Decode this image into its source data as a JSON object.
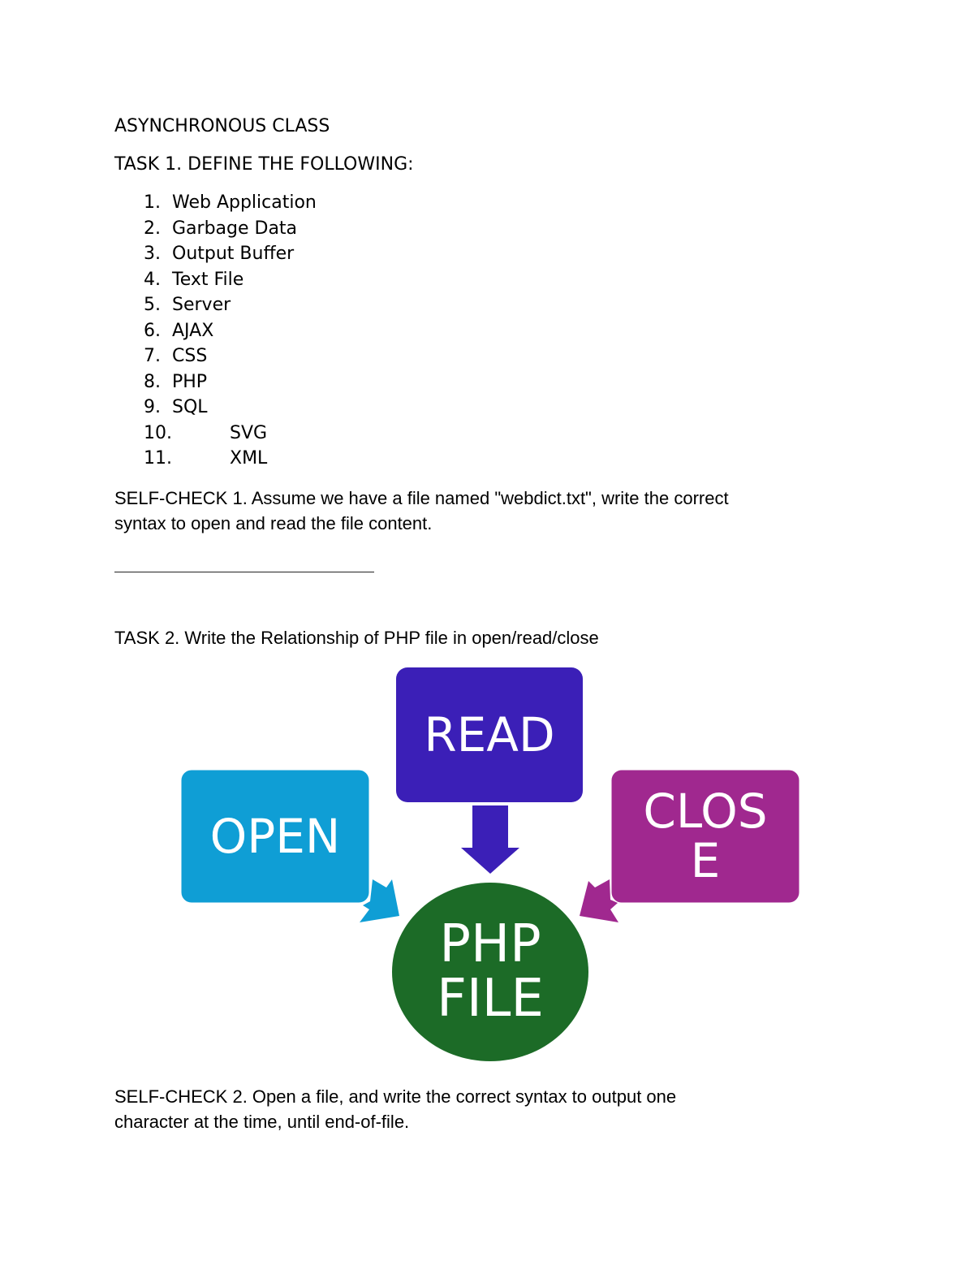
{
  "document": {
    "title": "ASYNCHRONOUS CLASS",
    "task1": {
      "heading": "TASK 1. DEFINE THE FOLLOWING:",
      "items": [
        {
          "num": "1.",
          "label": "Web Application"
        },
        {
          "num": "2.",
          "label": "Garbage Data"
        },
        {
          "num": "3.",
          "label": "Output Buffer"
        },
        {
          "num": "4.",
          "label": "Text File"
        },
        {
          "num": "5.",
          "label": "Server"
        },
        {
          "num": "6.",
          "label": "AJAX"
        },
        {
          "num": "7.",
          "label": "CSS"
        },
        {
          "num": "8.",
          "label": "PHP"
        },
        {
          "num": "9.",
          "label": "SQL"
        },
        {
          "num": "10.",
          "label": "SVG"
        },
        {
          "num": "11.",
          "label": "XML"
        }
      ]
    },
    "self_check_1": {
      "line1": "SELF-CHECK 1. Assume we have a file named \"webdict.txt\", write the correct",
      "line2": "syntax to open and read the file content."
    },
    "task2": {
      "heading": "TASK 2. Write the Relationship of PHP file in open/read/close"
    },
    "diagram": {
      "nodes": {
        "open": {
          "label": "OPEN",
          "color": "#0f9ed5"
        },
        "read": {
          "label": "READ",
          "color": "#3b1fb7"
        },
        "close": {
          "label_line1": "CLOS",
          "label_line2": "E",
          "color": "#a0288f"
        },
        "php_file": {
          "label_line1": "PHP",
          "label_line2": "FILE",
          "color": "#1c6b27"
        }
      }
    },
    "self_check_2": {
      "line1": "SELF-CHECK 2. Open a file, and write the correct syntax to output one",
      "line2": "character at the time, until end-of-file."
    }
  }
}
